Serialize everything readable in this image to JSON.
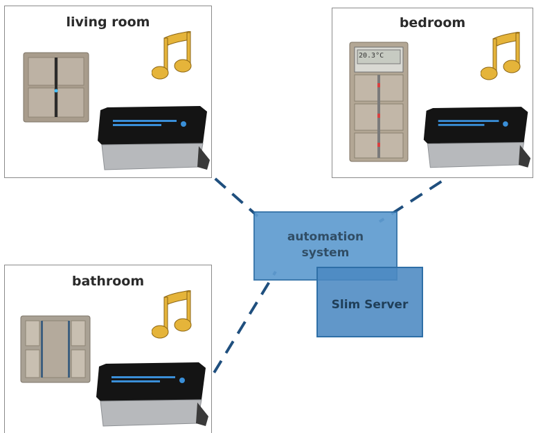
{
  "rooms": {
    "living": {
      "title": "living room",
      "switch": "four-button-switch-icon"
    },
    "bedroom": {
      "title": "bedroom",
      "switch": "thermostat-switch-panel-icon",
      "display_value": "20.3°C"
    },
    "bathroom": {
      "title": "bathroom",
      "switch": "two-rocker-switch-icon"
    }
  },
  "central": {
    "automation": {
      "line1": "automation",
      "line2": "system"
    },
    "server": {
      "label": "Slim Server"
    }
  },
  "icons": {
    "music": "music-note-icon",
    "player": "squeezebox-player-icon"
  },
  "colors": {
    "link": "#1f4f7e",
    "automation_fill": "#5f9cd0",
    "server_fill": "#4b89c2",
    "box_border": "#2e6fa7",
    "note_gold": "#e5b43a"
  }
}
